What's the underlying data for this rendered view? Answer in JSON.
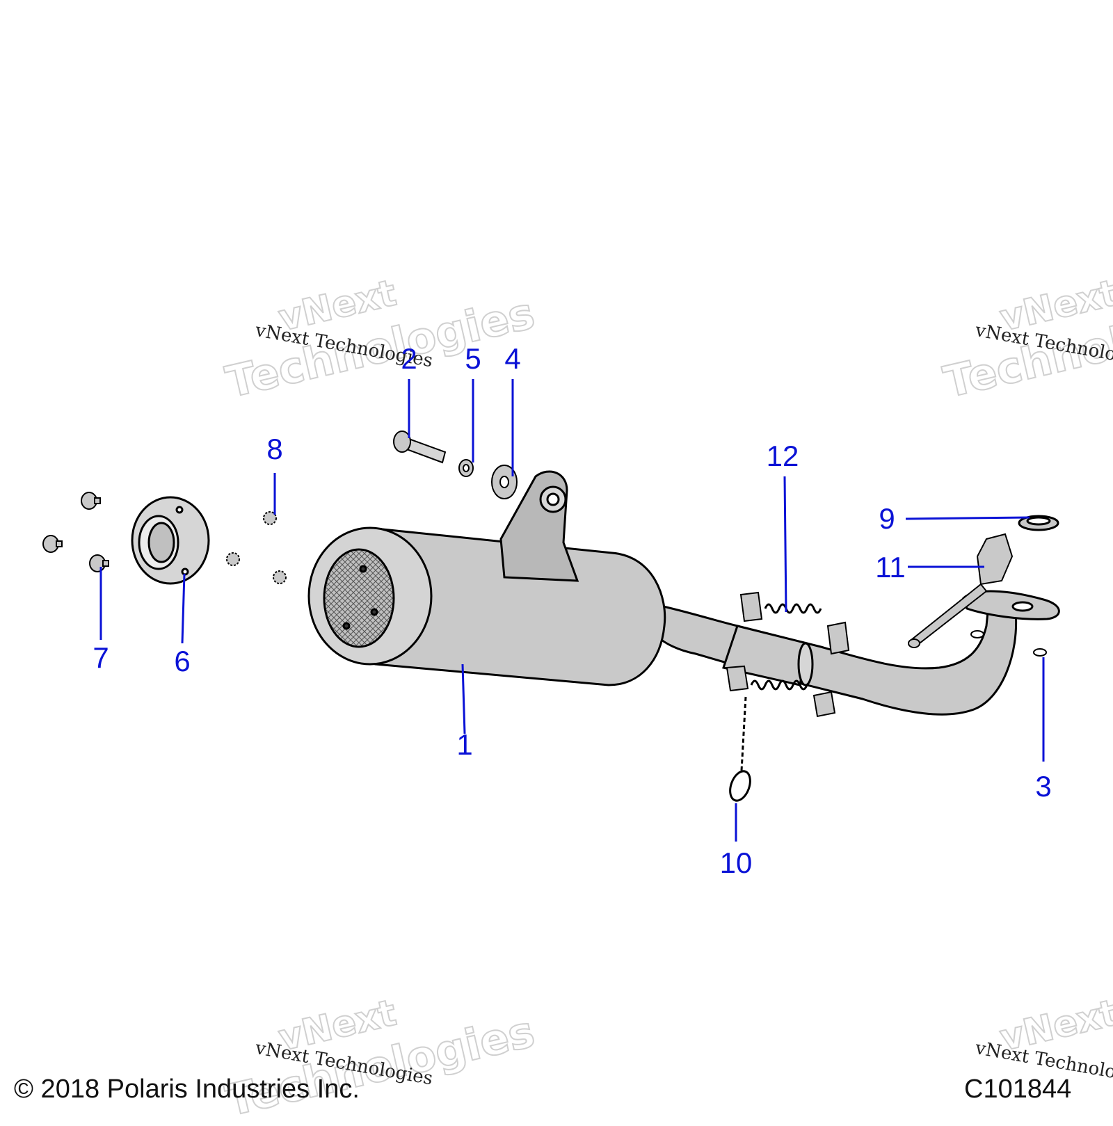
{
  "callouts": [
    {
      "number": "1",
      "part": "muffler"
    },
    {
      "number": "2",
      "part": "bolt"
    },
    {
      "number": "3",
      "part": "clip"
    },
    {
      "number": "4",
      "part": "washer"
    },
    {
      "number": "5",
      "part": "lock-washer"
    },
    {
      "number": "6",
      "part": "spark-arrestor-cap"
    },
    {
      "number": "7",
      "part": "screw"
    },
    {
      "number": "8",
      "part": "star-washer"
    },
    {
      "number": "9",
      "part": "gasket"
    },
    {
      "number": "10",
      "part": "seal-ring"
    },
    {
      "number": "11",
      "part": "oxygen-sensor"
    },
    {
      "number": "12",
      "part": "spring-clamp"
    }
  ],
  "footer": {
    "copyright": "© 2018 Polaris Industries Inc.",
    "figure_id": "C101844"
  },
  "watermarks": {
    "large_line1": "vNext",
    "large_line2": "Technologies",
    "small": "vNext Technologies"
  },
  "colors": {
    "callout": "#0a12d6",
    "part_fill": "#c8c8c8",
    "outline": "#000000"
  }
}
